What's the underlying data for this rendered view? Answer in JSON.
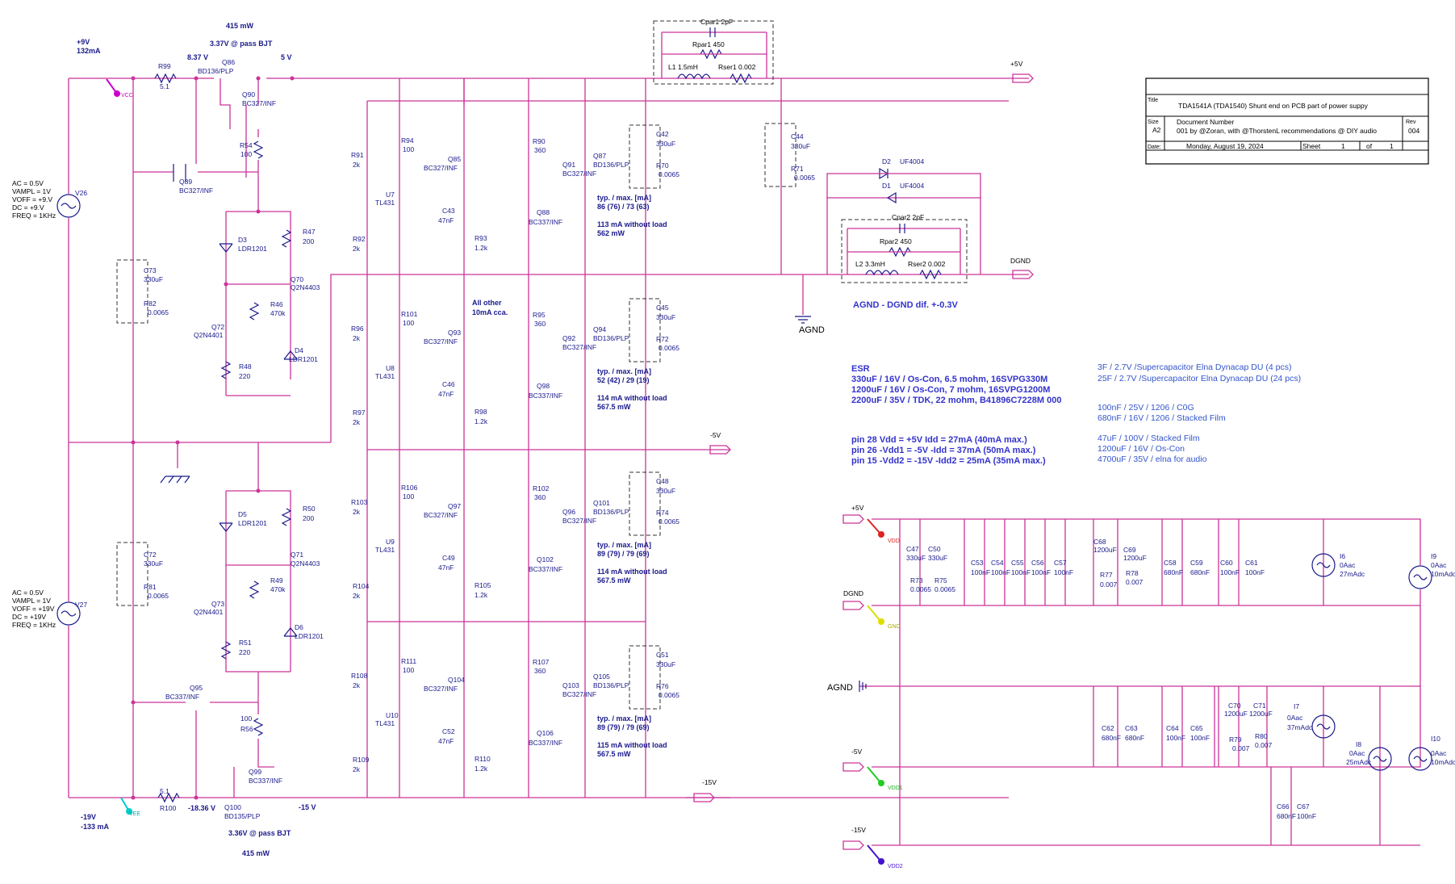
{
  "title_block": {
    "title_label": "Title",
    "title": "TDA1541A (TDA1540) Shunt end on PCB part of power suppy",
    "size_label": "Size",
    "size": "A2",
    "docnum_label": "Document Number",
    "docnum": "001 by @Zoran, with @ThorstenL recommendations @ DIY audio",
    "rev_label": "Rev",
    "rev": "004",
    "date_label": "Date:",
    "date": "Monday, August 19, 2024",
    "sheet_label": "Sheet",
    "sheet": "1",
    "of_label": "of",
    "of": "1"
  },
  "top_labels": {
    "p9v": "+9V",
    "p9v_current": "132mA",
    "mw_top": "415 mW",
    "v_pass_top": "3.37V @ pass BJT",
    "v837": "8.37 V",
    "v5": "5 V",
    "r99": "R99",
    "r99v": "5.1",
    "q86": "Q86",
    "q86t": "BD136/PLP",
    "q90": "Q90",
    "q90t": "BC327/INF",
    "r54": "R54",
    "r54v": "100",
    "q89": "Q89",
    "q89t": "BC327/INF",
    "d3": "D3",
    "d3t": "LDR1201",
    "r47": "R47",
    "r47v": "200",
    "q70": "Q70",
    "q70t": "Q2N4403",
    "r46": "R46",
    "r46v": "470k",
    "q72": "Q72",
    "q72t": "Q2N4401",
    "d4": "D4",
    "d4t": "LDR1201",
    "r48": "R48",
    "r48v": "220",
    "c73": "C73",
    "c73v": "330uF",
    "r82": "R82",
    "r82v": "0.0065",
    "vcc": "VCC"
  },
  "v26": {
    "name": "V26",
    "ac": "AC = 0.5V",
    "vampl": "VAMPL = 1V",
    "voff": "VOFF = +9.V",
    "dc": "DC = +9.V",
    "freq": "FREQ = 1KHz"
  },
  "v27": {
    "name": "V27",
    "ac": "AC = 0.5V",
    "vampl": "VAMPL = 1V",
    "voff": "VOFF = +19V",
    "dc": "DC = +19V",
    "freq": "FREQ = 1KHz"
  },
  "bottom_labels": {
    "d5": "D5",
    "d5t": "LDR1201",
    "r50": "R50",
    "r50v": "200",
    "q71": "Q71",
    "q71t": "Q2N4403",
    "r49": "R49",
    "r49v": "470k",
    "q73": "Q73",
    "q73t": "Q2N4401",
    "d6": "D6",
    "d6t": "LDR1201",
    "r51": "R51",
    "r51v": "220",
    "c72": "C72",
    "c72v": "330uF",
    "r81": "R81",
    "r81v": "0.0065",
    "q95": "Q95",
    "q95t": "BC337/INF",
    "r56v": "100",
    "r56": "R56",
    "q99": "Q99",
    "q99t": "BC337/INF",
    "q100": "Q100",
    "q100t": "BD135/PLP",
    "r100v": "5.1",
    "r100": "R100",
    "vm1836": "-18.36 V",
    "vm15": "-15 V",
    "m19v": "-19V",
    "m133": "-133 mA",
    "v_pass_bot": "3.36V @ pass BJT",
    "mw_bot": "415 mW",
    "vee": "VEE"
  },
  "shunts": [
    {
      "r_a": "R91",
      "r_av": "2k",
      "r_top": "R94",
      "r_topv": "100",
      "u": "U7",
      "ut": "TL431",
      "r_b": "R92",
      "r_bv": "2k",
      "qa": "Q85",
      "qat": "BC327/INF",
      "c": "C43",
      "cv": "47nF",
      "r_e": "R93",
      "r_ev": "1.2k",
      "r_c": "R90",
      "r_cv": "360",
      "qb": "Q88",
      "qbt": "BC337/INF",
      "qc": "Q91",
      "qct": "BC327/INF",
      "qd": "Q87",
      "qdt": "BD136/PLP",
      "typ": "typ.   / max. [mA]",
      "typv": "86 (76) / 73 (63)",
      "load": "113 mA without load",
      "loadmw": "562 mW",
      "cap": "C42",
      "capv": "330uF",
      "r_s": "R70",
      "r_sv": "0.0065"
    },
    {
      "r_a": "R96",
      "r_av": "2k",
      "r_top": "R101",
      "r_topv": "100",
      "u": "U8",
      "ut": "TL431",
      "r_b": "R97",
      "r_bv": "2k",
      "qa": "Q93",
      "qat": "BC327/INF",
      "c": "C46",
      "cv": "47nF",
      "r_e": "R98",
      "r_ev": "1.2k",
      "r_c": "R95",
      "r_cv": "360",
      "qb": "Q98",
      "qbt": "BC337/INF",
      "qc": "Q92",
      "qct": "BC327/INF",
      "qd": "Q94",
      "qdt": "BD136/PLP",
      "typ": "typ.   / max. [mA]",
      "typv": "52 (42) / 29 (19)",
      "load": "114 mA without load",
      "loadmw": "567.5 mW",
      "cap": "C45",
      "capv": "330uF",
      "r_s": "R72",
      "r_sv": "0.0065"
    },
    {
      "r_a": "R103",
      "r_av": "2k",
      "r_top": "R106",
      "r_topv": "100",
      "u": "U9",
      "ut": "TL431",
      "r_b": "R104",
      "r_bv": "2k",
      "qa": "Q97",
      "qat": "BC327/INF",
      "c": "C49",
      "cv": "47nF",
      "r_e": "R105",
      "r_ev": "1.2k",
      "r_c": "R102",
      "r_cv": "360",
      "qb": "Q102",
      "qbt": "BC337/INF",
      "qc": "Q96",
      "qct": "BC327/INF",
      "qd": "Q101",
      "qdt": "BD136/PLP",
      "typ": "typ.   / max. [mA]",
      "typv": "89 (79) / 79 (69)",
      "load": "114 mA without load",
      "loadmw": "567.5 mW",
      "cap": "C48",
      "capv": "330uF",
      "r_s": "R74",
      "r_sv": "0.0065"
    },
    {
      "r_a": "R108",
      "r_av": "2k",
      "r_top": "R111",
      "r_topv": "100",
      "u": "U10",
      "ut": "TL431",
      "r_b": "R109",
      "r_bv": "2k",
      "qa": "Q104",
      "qat": "BC327/INF",
      "c": "C52",
      "cv": "47nF",
      "r_e": "R110",
      "r_ev": "1.2k",
      "r_c": "R107",
      "r_cv": "360",
      "qb": "Q106",
      "qbt": "BC337/INF",
      "qc": "Q103",
      "qct": "BC327/INF",
      "qd": "Q105",
      "qdt": "BD136/PLP",
      "typ": "typ.   / max. [mA]",
      "typv": "89 (79) / 79 (69)",
      "load": "115 mA without load",
      "loadmw": "567.5 mW",
      "cap": "C51",
      "capv": "330uF",
      "r_s": "R76",
      "r_sv": "0.0065"
    }
  ],
  "all_other": "All other",
  "all_other2": "10mA cca.",
  "rails": {
    "p5v": "+5V",
    "dgnd": "DGND",
    "m5v": "-5V",
    "m15v": "-15V",
    "agnd": "AGND"
  },
  "filter": {
    "cpar1": "Cpar1  2pF",
    "rpar1": "Rpar1  450",
    "l1": "L1   1.5mH",
    "rser1": "Rser1  0.002",
    "c44": "C44",
    "c44v": "330uF",
    "r71": "R71",
    "r71v": "0.0065",
    "d2": "D2",
    "d2t": "UF4004",
    "d1": "D1",
    "d1t": "UF4004",
    "cpar2": "Cpar2  2pF",
    "rpar2": "Rpar2  450",
    "l2": "L2   3.3mH",
    "rser2": "Rser2  0.002",
    "agnd_dgnd": "AGND - DGND dif. +-0.3V"
  },
  "esr": {
    "title": "ESR",
    "l1": "330uF / 16V / Os-Con, 6.5 mohm, 16SVPG330M",
    "l2": "1200uF / 16V / Os-Con, 7 mohm,   16SVPG1200M",
    "l3": "2200uF / 35V / TDK, 22 mohm, B41896C7228M 000"
  },
  "pins": {
    "p1": "pin 28  Vdd   = +5V   Idd   = 27mA (40mA max.)",
    "p2": "pin 26 -Vdd1 = -5V   -Idd   = 37mA (50mA max.)",
    "p3": "pin 15 -Vdd2 = -15V -Idd2 = 25mA (35mA max.)"
  },
  "notes": {
    "n1": "3F / 2.7V /Supercapacitor Elna Dynacap DU  (4 pcs)",
    "n2": "25F / 2.7V /Supercapacitor Elna Dynacap DU (24 pcs)",
    "n3": "100nF / 25V / 1206 / C0G",
    "n4": "680nF / 16V / 1206 / Stacked Film",
    "n5": "47uF / 100V / Stacked Film",
    "n6": "1200uF / 16V / Os-Con",
    "n7": "4700uF / 35V / elna for audio"
  },
  "load": {
    "p5v": "+5V",
    "dgnd": "DGND",
    "agnd": "AGND",
    "m5v": "-5V",
    "m15v": "-15V",
    "vdd": "VDD",
    "gnd": "GND",
    "vdd1": "VDD1",
    "vdd2": "VDD2",
    "c47": "C47",
    "c47v": "330uF",
    "c50": "C50",
    "c50v": "330uF",
    "r73": "R73",
    "r73v": "0.0065",
    "r75": "R75",
    "r75v": "0.0065",
    "caps_top": [
      {
        "n": "C53",
        "v": "100nF"
      },
      {
        "n": "C54",
        "v": "100nF"
      },
      {
        "n": "C55",
        "v": "100nF"
      },
      {
        "n": "C56",
        "v": "100nF"
      },
      {
        "n": "C57",
        "v": "100nF"
      }
    ],
    "c68": "C68",
    "c68v": "1200uF",
    "c69": "C69",
    "c69v": "1200uF",
    "r77": "R77",
    "r77v": "0.007",
    "r78": "R78",
    "r78v": "0.007",
    "c58": "C58",
    "c58v": "680nF",
    "c59": "C59",
    "c59v": "680nF",
    "c60": "C60",
    "c60v": "100nF",
    "c61": "C61",
    "c61v": "100nF",
    "i6": "I6",
    "i6a": "0Aac",
    "i6b": "27mAdc",
    "i9": "I9",
    "i9a": "0Aac",
    "i9b": "10mAdc",
    "c62": "C62",
    "c62v": "680nF",
    "c63": "C63",
    "c63v": "680nF",
    "c64": "C64",
    "c64v": "100nF",
    "c65": "C65",
    "c65v": "100nF",
    "c70": "C70",
    "c70v": "1200uF",
    "c71": "C71",
    "c71v": "1200uF",
    "r79": "R79",
    "r79v": "0.007",
    "r80": "R80",
    "r80v": "0.007",
    "i7": "I7",
    "i7a": "0Aac",
    "i7b": "37mAdc",
    "i8": "I8",
    "i8a": "0Aac",
    "i8b": "25mAdc",
    "i10": "I10",
    "i10a": "0Aac",
    "i10b": "10mAdc",
    "c66": "C66",
    "c66v": "680nF",
    "c67": "C67",
    "c67v": "100nF"
  }
}
